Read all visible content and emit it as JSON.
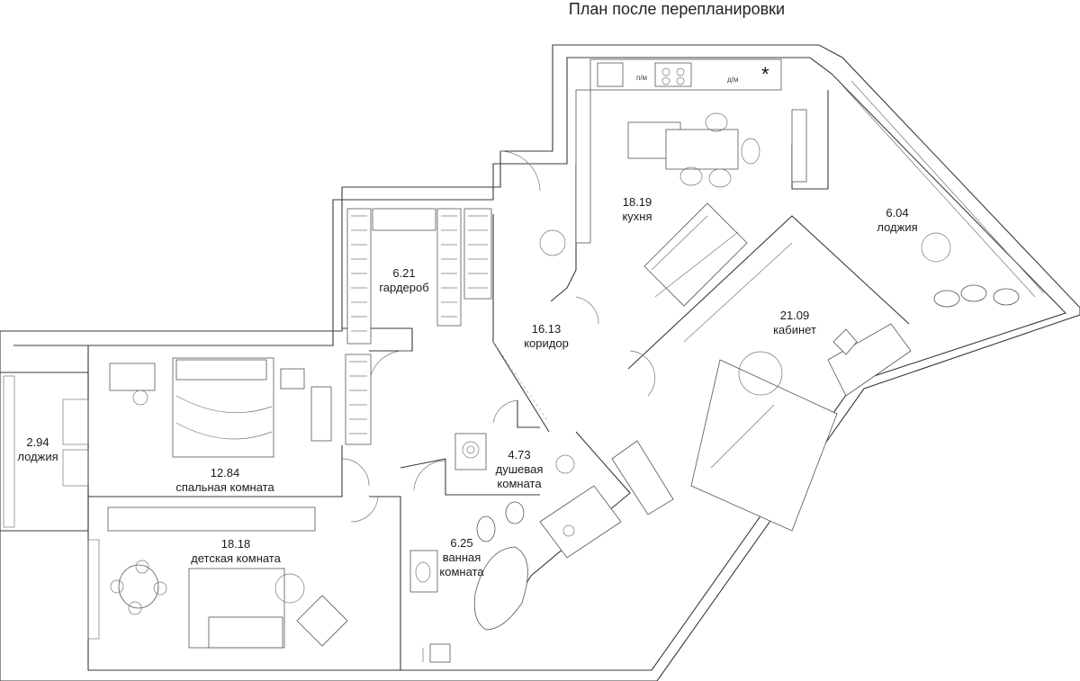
{
  "title": "План после перепланировки",
  "rooms": [
    {
      "id": "kitchen",
      "area": "18.19",
      "name": "кухня"
    },
    {
      "id": "loggia-east",
      "area": "6.04",
      "name": "лоджия"
    },
    {
      "id": "wardrobe",
      "area": "6.21",
      "name": "гардероб"
    },
    {
      "id": "corridor",
      "area": "16.13",
      "name": "коридор"
    },
    {
      "id": "study",
      "area": "21.09",
      "name": "кабинет"
    },
    {
      "id": "loggia-west",
      "area": "2.94",
      "name": "лоджия"
    },
    {
      "id": "bedroom",
      "area": "12.84",
      "name": "спальная комната"
    },
    {
      "id": "shower",
      "area": "4.73",
      "name": "душевая комната"
    },
    {
      "id": "bathroom",
      "area": "6.25",
      "name": "ванная комната"
    },
    {
      "id": "kids",
      "area": "18.18",
      "name": "детская комната"
    }
  ],
  "appliances": {
    "dishwasher": "п/м",
    "washer": "д/м",
    "star": "*"
  }
}
